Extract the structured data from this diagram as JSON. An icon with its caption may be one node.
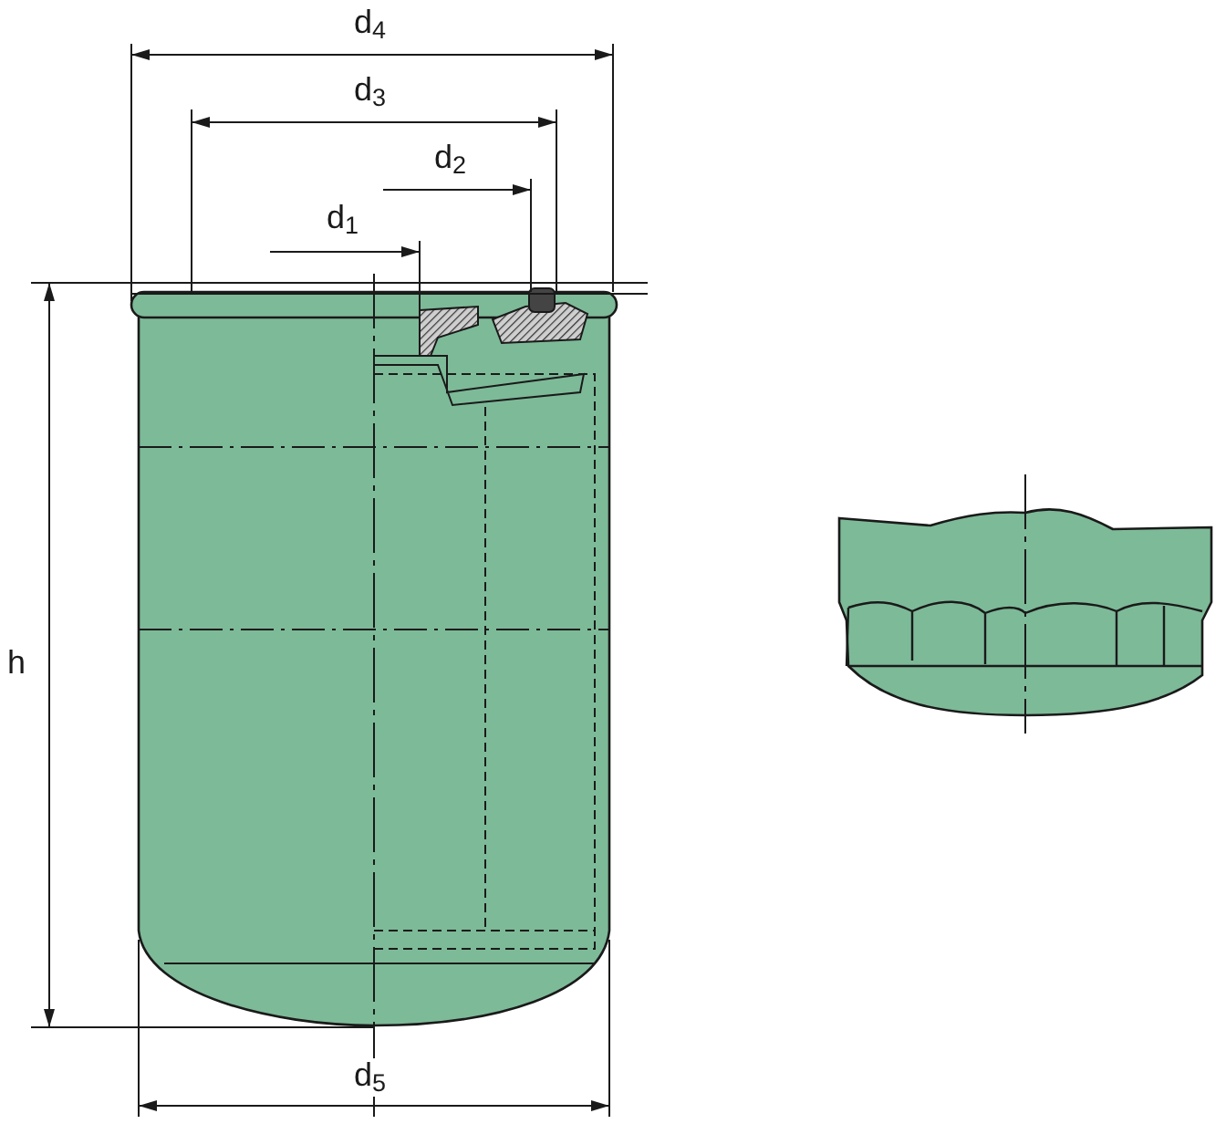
{
  "diagram": {
    "labels": [
      "d$_{4}$",
      "d$_{3}$",
      "d$_{2}$",
      "d$_{1}$",
      "h",
      "d$_{5}$"
    ]
  }
}
